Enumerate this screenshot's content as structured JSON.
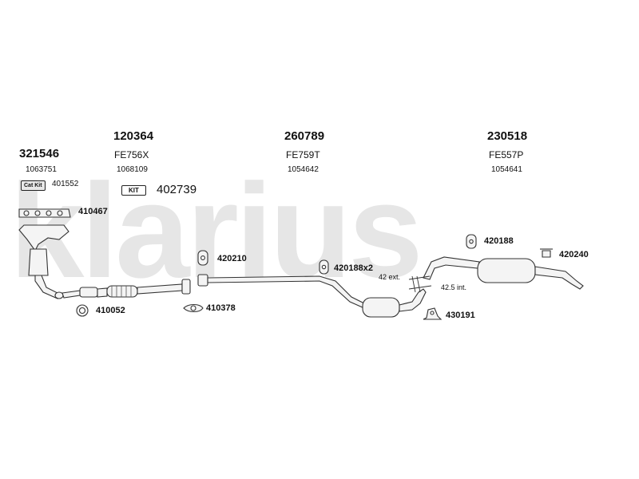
{
  "watermark": "klarius",
  "sections": [
    {
      "part_no": "321546",
      "ref": "1063751"
    },
    {
      "part_no": "120364",
      "code": "FE756X",
      "ref": "1068109"
    },
    {
      "part_no": "260789",
      "code": "FE759T",
      "ref": "1054642"
    },
    {
      "part_no": "230518",
      "code": "FE557P",
      "ref": "1054641"
    }
  ],
  "catkit": {
    "badge": "Cat Kit",
    "number": "401552"
  },
  "kit": {
    "badge": "KIT",
    "number": "402739"
  },
  "accessories": {
    "a410467": "410467",
    "a420210": "420210",
    "a420188x2": "420188x2",
    "a420188": "420188",
    "a420240": "420240",
    "a410052": "410052",
    "a410378": "410378",
    "a430191": "430191"
  },
  "dimensions": {
    "ext": "42 ext.",
    "int": "42.5 int."
  }
}
